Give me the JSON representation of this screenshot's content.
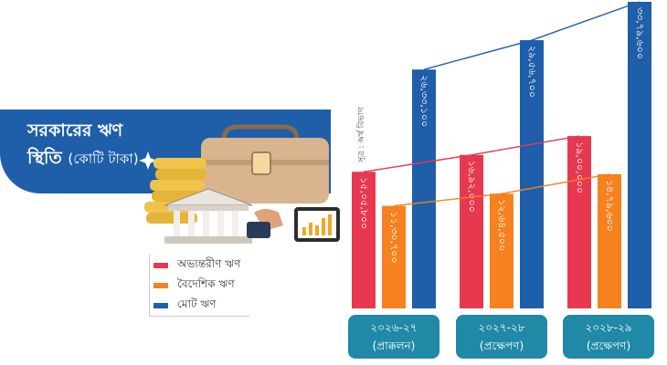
{
  "title": {
    "line1": "সরকারের ঋণ",
    "line2": "স্থিতি",
    "unit": "(কোটি টাকা)"
  },
  "source_note": "সূত্র : অর্থ বিভাগ",
  "colors": {
    "domestic": "#e8384f",
    "foreign": "#f5821f",
    "total": "#1f5ea8",
    "banner": "#1f5ea8",
    "category_box": "#1f89a6"
  },
  "legend": [
    {
      "label": "অভ্যন্তরীণ ঋণ",
      "color": "#e8384f"
    },
    {
      "label": "বৈদেশিক ঋণ",
      "color": "#f5821f"
    },
    {
      "label": "মোট ঋণ",
      "color": "#1f5ea8"
    }
  ],
  "chart_data": {
    "type": "bar",
    "categories": [
      {
        "year": "২০২৬-২৭",
        "note": "(প্রাক্কলন)"
      },
      {
        "year": "২০২৭-২৮",
        "note": "(প্রক্ষেপণ)"
      },
      {
        "year": "২০২৮-২৯",
        "note": "(প্রক্ষেপণ)"
      }
    ],
    "series": [
      {
        "name": "অভ্যন্তরীণ ঋণ",
        "values": [
          1505800,
          1692000,
          1900000
        ],
        "labels": [
          "১৫,০৫,৮০০",
          "১৬,৯২,০০০",
          "১৯,০০,০০০"
        ]
      },
      {
        "name": "বৈদেশিক ঋণ",
        "values": [
          1130700,
          1264500,
          1479600
        ],
        "labels": [
          "১১,৩০,৭০০",
          "১২,৬৪,৫০০",
          "১৪,৭৯,৬০০"
        ]
      },
      {
        "name": "মোট ঋণ",
        "values": [
          2633100,
          2956700,
          3379600
        ],
        "labels": [
          "২৬,৩৩,১০০",
          "২৯,৫৬,৭০০",
          "৩৩,৭৯,৬০০"
        ]
      }
    ],
    "ylim": [
      0,
      3379600
    ],
    "grid": false,
    "legend_position": "left"
  }
}
